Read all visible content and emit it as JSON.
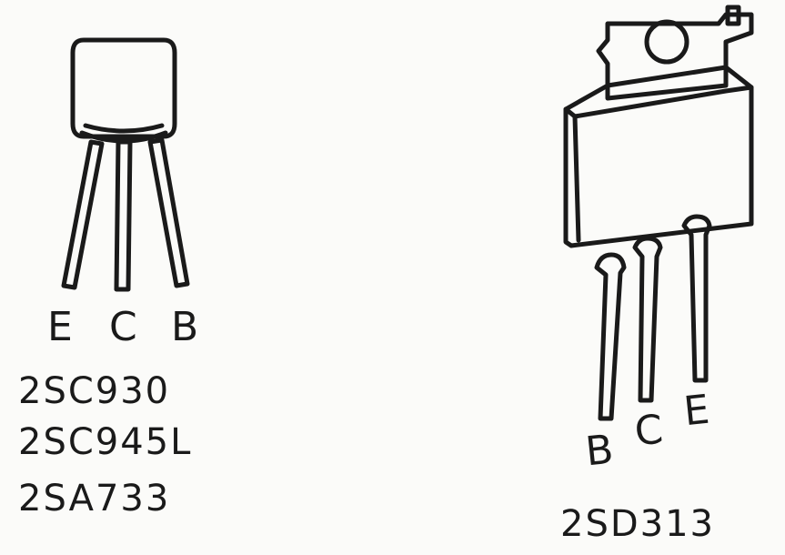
{
  "small_transistor": {
    "pins": [
      "E",
      "C",
      "B"
    ],
    "part_numbers": [
      "2SC930",
      "2SC945L",
      "2SA733"
    ]
  },
  "power_transistor": {
    "pins": [
      "B",
      "C",
      "E"
    ],
    "part_number": "2SD313"
  }
}
